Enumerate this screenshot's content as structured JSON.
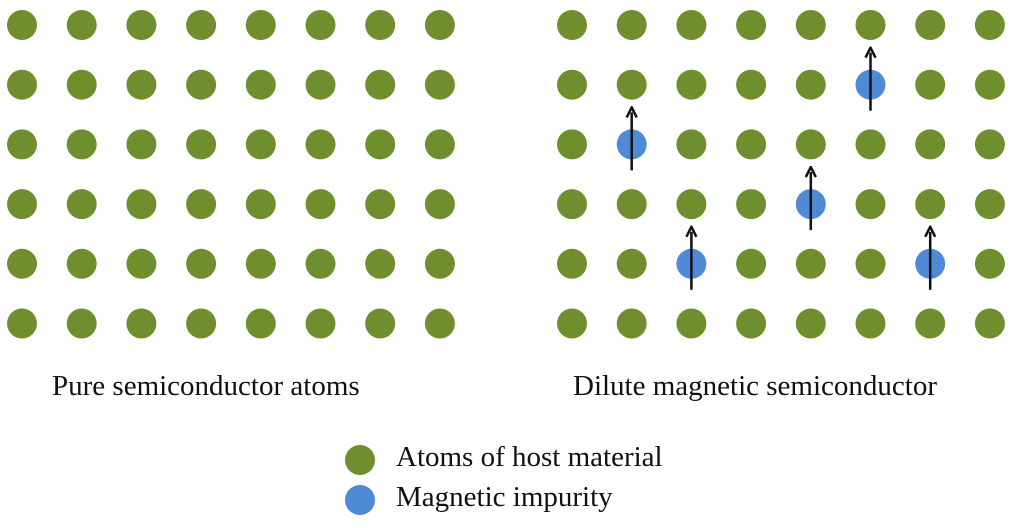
{
  "colors": {
    "host": "#6f8f2e",
    "impurity": "#4f8ad6",
    "arrow": "#111111"
  },
  "panels": [
    {
      "caption": "Pure semiconductor atoms",
      "rows": 6,
      "cols": 8,
      "impurities": []
    },
    {
      "caption": "Dilute magnetic semiconductor",
      "rows": 6,
      "cols": 8,
      "impurities": [
        {
          "row": 1,
          "col": 5
        },
        {
          "row": 2,
          "col": 1
        },
        {
          "row": 3,
          "col": 4
        },
        {
          "row": 4,
          "col": 2
        },
        {
          "row": 4,
          "col": 6
        }
      ]
    }
  ],
  "legend": {
    "host_label": "Atoms of host material",
    "impurity_label": "Magnetic impurity"
  }
}
